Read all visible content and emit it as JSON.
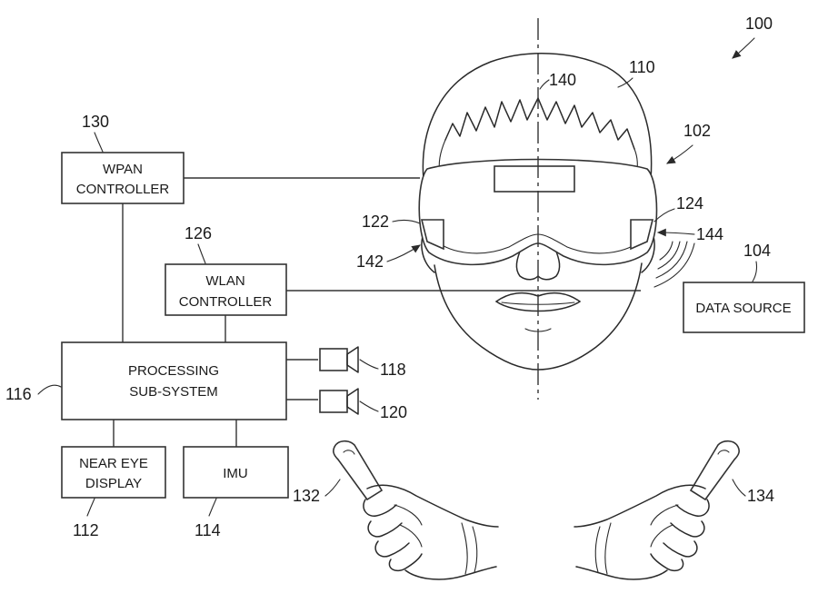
{
  "figure": {
    "system_ref": "100",
    "headset_ref": "102",
    "data_source_ref": "104"
  },
  "blocks": {
    "wpan": {
      "line1": "WPAN",
      "line2": "CONTROLLER",
      "ref": "130"
    },
    "wlan": {
      "line1": "WLAN",
      "line2": "CONTROLLER",
      "ref": "126"
    },
    "processing": {
      "line1": "PROCESSING",
      "line2": "SUB-SYSTEM",
      "ref": "116"
    },
    "near_eye": {
      "line1": "NEAR EYE",
      "line2": "DISPLAY",
      "ref": "112"
    },
    "imu": {
      "line1": "IMU",
      "ref": "114"
    },
    "data_source": {
      "line1": "DATA SOURCE"
    }
  },
  "cameras": [
    {
      "ref": "118"
    },
    {
      "ref": "120"
    }
  ],
  "head_refs": {
    "head": "110",
    "center_axis": "140",
    "left_sensor": "122",
    "left_sensor_arrow": "142",
    "right_sensor": "124",
    "right_sensor_arrow": "144"
  },
  "controllers": {
    "left": "132",
    "right": "134"
  }
}
